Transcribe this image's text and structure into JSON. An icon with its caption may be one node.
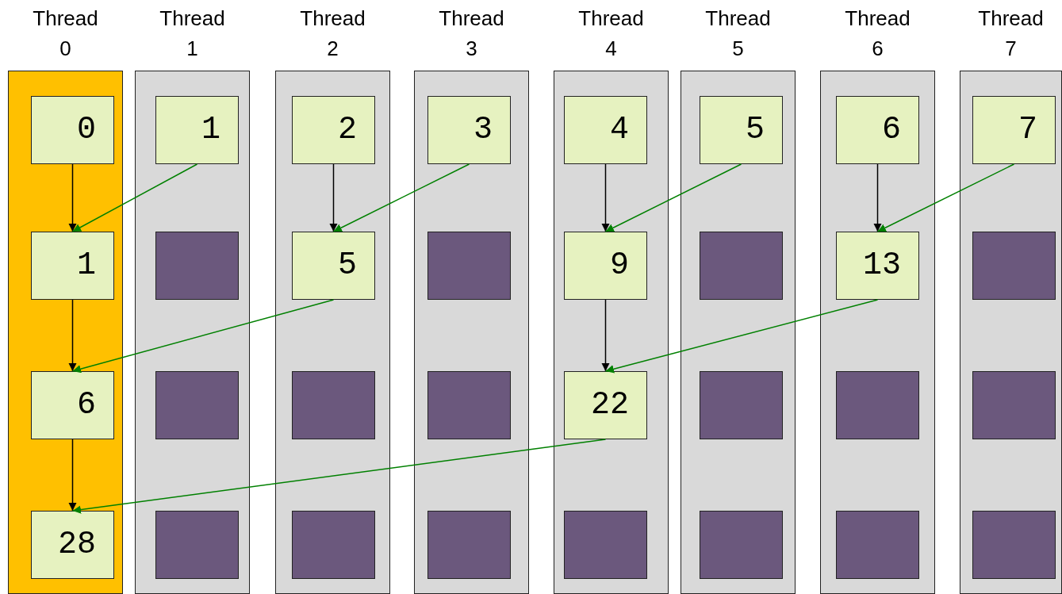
{
  "diagram": {
    "nodes": [
      {
        "text": [
          "Thread 0"
        ]
      },
      {
        "text": [
          "Thread 1"
        ]
      },
      {
        "text": [
          "Thread 2"
        ]
      },
      {
        "text": [
          "Thread 3"
        ]
      },
      {
        "text": [
          "Thread 4"
        ]
      },
      {
        "text": [
          "Thread 5"
        ]
      },
      {
        "text": [
          "Thread 6"
        ]
      },
      {
        "text": [
          "Thread 7"
        ]
      },
      {
        "text": [
          "0"
        ],
        "in": 0
      },
      {
        "text": [
          "1"
        ],
        "in": 1
      },
      {
        "text": [
          "2"
        ],
        "in": 2
      },
      {
        "text": [
          "3"
        ],
        "in": 3
      },
      {
        "text": [
          "4"
        ],
        "in": 4
      },
      {
        "text": [
          "5"
        ],
        "in": 5
      },
      {
        "text": [
          "6"
        ],
        "in": 6
      },
      {
        "text": [
          "7"
        ],
        "in": 7
      },
      {
        "text": [
          "1"
        ],
        "in": 0
      },
      {
        "text": [],
        "shape": "box",
        "in": 1
      },
      {
        "text": [
          "5"
        ],
        "in": 2
      },
      {
        "text": [],
        "shape": "box",
        "in": 3
      },
      {
        "text": [
          "9"
        ],
        "in": 4
      },
      {
        "text": [],
        "shape": "box",
        "in": 5
      },
      {
        "text": [
          "13"
        ],
        "in": 6
      },
      {
        "text": [],
        "shape": "box",
        "in": 7
      },
      {
        "text": [
          "6"
        ],
        "in": 0
      },
      {
        "text": [],
        "shape": "box",
        "in": 1
      },
      {
        "text": [],
        "shape": "box",
        "in": 2
      },
      {
        "text": [],
        "shape": "box",
        "in": 3
      },
      {
        "text": [
          "22"
        ],
        "in": 4
      },
      {
        "text": [],
        "shape": "box",
        "in": 5
      },
      {
        "text": [],
        "shape": "box",
        "in": 6
      },
      {
        "text": [],
        "shape": "box",
        "in": 7
      },
      {
        "text": [
          "28"
        ],
        "in": 0
      },
      {
        "text": [],
        "shape": "box",
        "in": 1
      },
      {
        "text": [],
        "shape": "box",
        "in": 2
      },
      {
        "text": [],
        "shape": "box",
        "in": 3
      },
      {
        "text": [],
        "shape": "box",
        "in": 4
      },
      {
        "text": [],
        "shape": "box",
        "in": 5
      },
      {
        "text": [],
        "shape": "box",
        "in": 6
      },
      {
        "text": [],
        "shape": "box",
        "in": 7
      }
    ],
    "edges": [
      {
        "from": 8,
        "to": 16,
        "arrow": "to"
      },
      {
        "from": 9,
        "to": 16,
        "arrow": "to",
        "color": "#008000"
      },
      {
        "from": 10,
        "to": 18,
        "arrow": "to"
      },
      {
        "from": 11,
        "to": 18,
        "arrow": "to",
        "color": "#008000"
      },
      {
        "from": 12,
        "to": 20,
        "arrow": "to"
      },
      {
        "from": 13,
        "to": 20,
        "arrow": "to",
        "color": "#008000"
      },
      {
        "from": 14,
        "to": 22,
        "arrow": "to"
      },
      {
        "from": 15,
        "to": 22,
        "arrow": "to",
        "color": "#008000"
      },
      {
        "from": 16,
        "to": 24,
        "arrow": "to"
      },
      {
        "from": 18,
        "to": 24,
        "arrow": "to",
        "color": "#008000"
      },
      {
        "from": 20,
        "to": 28,
        "arrow": "to"
      },
      {
        "from": 22,
        "to": 28,
        "arrow": "to",
        "color": "#008000"
      },
      {
        "from": 24,
        "to": 32,
        "arrow": "to"
      },
      {
        "from": 28,
        "to": 32,
        "arrow": "to",
        "color": "#008000"
      }
    ]
  }
}
